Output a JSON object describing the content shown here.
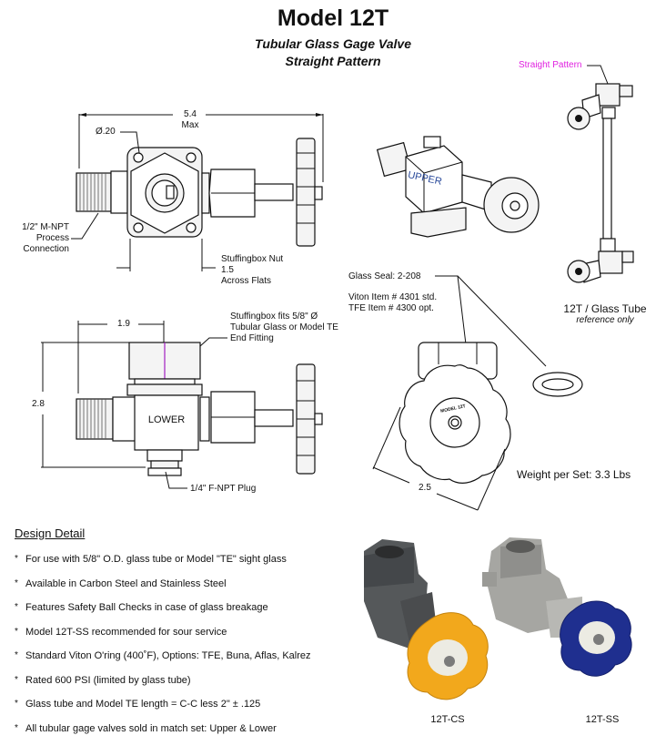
{
  "header": {
    "title": "Model 12T",
    "subtitle_line1": "Tubular Glass Gage Valve",
    "subtitle_line2": "Straight Pattern"
  },
  "top_view": {
    "overall_length": "5.4",
    "overall_length_note": "Max",
    "hole_diameter": "Ø.20",
    "process_connection": [
      "1/2\" M-NPT",
      "Process",
      "Connection"
    ],
    "stuffingbox_nut": [
      "Stuffingbox Nut",
      "1.5",
      "Across Flats"
    ]
  },
  "side_view": {
    "offset_dim": "1.9",
    "height_dim": "2.8",
    "body_label": "LOWER",
    "stuffingbox_note": [
      "Stuffingbox fits 5/8\" Ø",
      "Tubular Glass or Model TE",
      "End Fitting"
    ],
    "plug_note": "1/4\" F-NPT Plug"
  },
  "iso_view": {
    "body_label": "UPPER"
  },
  "assembly_view": {
    "callout": "Straight Pattern",
    "caption": "12T / Glass Tube",
    "caption_note": "reference only",
    "callout_color": "#e020e0"
  },
  "front_view": {
    "glass_seal": "Glass Seal: 2-208",
    "viton_item": "Viton Item # 4301 std.",
    "tfe_item": "TFE Item # 4300 opt.",
    "handwheel_text": "MODEL 12T",
    "width_dim": "2.5",
    "weight": "Weight per Set: 3.3 Lbs"
  },
  "design_detail": {
    "heading": "Design Detail",
    "bullet_symbol": "*",
    "items": [
      "For use with 5/8\" O.D. glass tube or Model \"TE\" sight glass",
      "Available in Carbon Steel and Stainless Steel",
      "Features Safety Ball Checks in case of glass breakage",
      "Model 12T-SS recommended for sour service",
      "Standard Viton O'ring (400˚F), Options: TFE, Buna, Aflas, Kalrez",
      "Rated 600 PSI (limited by glass tube)",
      "Glass tube and Model TE length = C-C less 2\" ± .125",
      "All tubular gage valves sold in match set: Upper & Lower"
    ]
  },
  "products": [
    {
      "label": "12T-CS",
      "handwheel_color": "#f2a81c",
      "body_color": "#55585a"
    },
    {
      "label": "12T-SS",
      "handwheel_color": "#1f2f8f",
      "body_color": "#a6a6a2"
    }
  ]
}
